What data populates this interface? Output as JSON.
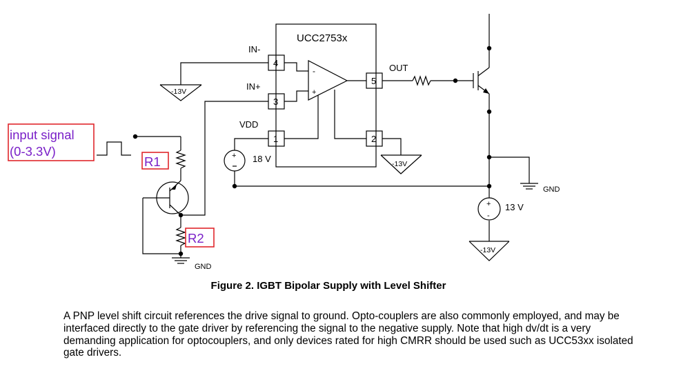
{
  "chip": {
    "name": "UCC2753x",
    "pin_in_minus": "IN-",
    "pin_in_plus": "IN+",
    "pin_vdd": "VDD",
    "pin_out": "OUT",
    "pin_num_4": "4",
    "pin_num_3": "3",
    "pin_num_1": "1",
    "pin_num_5": "5",
    "pin_num_2": "2",
    "opamp_minus": "-",
    "opamp_plus": "+"
  },
  "supplies": {
    "neg13_a": "-13V",
    "neg13_b": "-13V",
    "neg13_c": "-13V",
    "vdd_source": "18 V",
    "igbt_source": "13 V",
    "gnd_right": "GND",
    "gnd_bottom": "GND",
    "source_plus": "+",
    "source_minus": "-"
  },
  "annotations": {
    "input_signal_line1": "input signal",
    "input_signal_line2": "(0-3.3V)",
    "r1": "R1",
    "r2": "R2",
    "label_color": "#7a20c8",
    "box_color": "#e0262b"
  },
  "caption": "Figure 2. IGBT Bipolar Supply with Level Shifter",
  "paragraph": "A PNP level shift circuit references the drive signal to ground. Opto-couplers are also commonly employed, and may be interfaced directly to the gate driver by referencing the signal to the negative supply. Note that high dv/dt is a very demanding application for optocouplers, and only devices rated for high CMRR should be used such as UCC53xx isolated gate drivers."
}
